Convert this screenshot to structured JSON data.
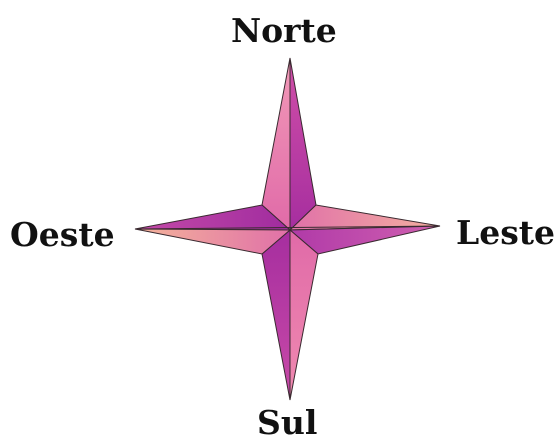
{
  "labels": {
    "north": "Norte",
    "south": "Sul",
    "west": "Oeste",
    "east": "Leste"
  },
  "colors": {
    "pink_light": "#f07fb0",
    "magenta": "#c03cb0",
    "purple": "#9b2aa0",
    "peach": "#f4a898",
    "outline": "#3a2a30"
  },
  "icon": "compass-rose-icon"
}
